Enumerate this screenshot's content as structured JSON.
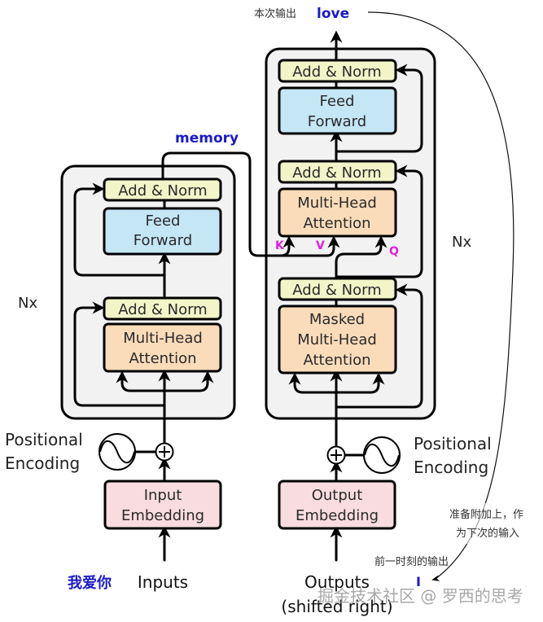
{
  "colors": {
    "add_norm": "#f2f5c8",
    "feed_forward": "#c4e6f5",
    "attention": "#fbdcba",
    "embedding": "#f9dce0",
    "stack_bg": "#f2f2f2",
    "accent_blue": "#1a1acc",
    "accent_magenta": "#e020e0"
  },
  "encoder": {
    "repeat_label": "Nx",
    "add_norm_top": "Add & Norm",
    "feed_forward": [
      "Feed",
      "Forward"
    ],
    "add_norm_bottom": "Add & Norm",
    "attention": [
      "Multi-Head",
      "Attention"
    ],
    "positional_encoding": [
      "Positional",
      "Encoding"
    ],
    "embedding": [
      "Input",
      "Embedding"
    ],
    "input_label": "Inputs",
    "input_example": "我爱你"
  },
  "decoder": {
    "repeat_label": "Nx",
    "add_norm_top": "Add & Norm",
    "feed_forward": [
      "Feed",
      "Forward"
    ],
    "add_norm_middle": "Add & Norm",
    "cross_attention": [
      "Multi-Head",
      "Attention"
    ],
    "add_norm_bottom": "Add & Norm",
    "masked_attention": [
      "Masked",
      "Multi-Head",
      "Attention"
    ],
    "positional_encoding": [
      "Positional",
      "Encoding"
    ],
    "embedding": [
      "Output",
      "Embedding"
    ],
    "output_label": [
      "Outputs",
      "(shifted right)"
    ],
    "output_example": "I"
  },
  "labels": {
    "memory": "memory",
    "k": "K",
    "v": "V",
    "q": "Q",
    "current_output_prefix": "本次输出",
    "current_output_word": "love",
    "append_note": [
      "准备附加上，作",
      "为下次的输入"
    ],
    "previous_output_note": "前一时刻的输出",
    "watermark": "掘金技术社区 @ 罗西的思考"
  },
  "icons": {
    "sine_wave": "sine-wave-icon",
    "add": "circled-plus-icon"
  }
}
